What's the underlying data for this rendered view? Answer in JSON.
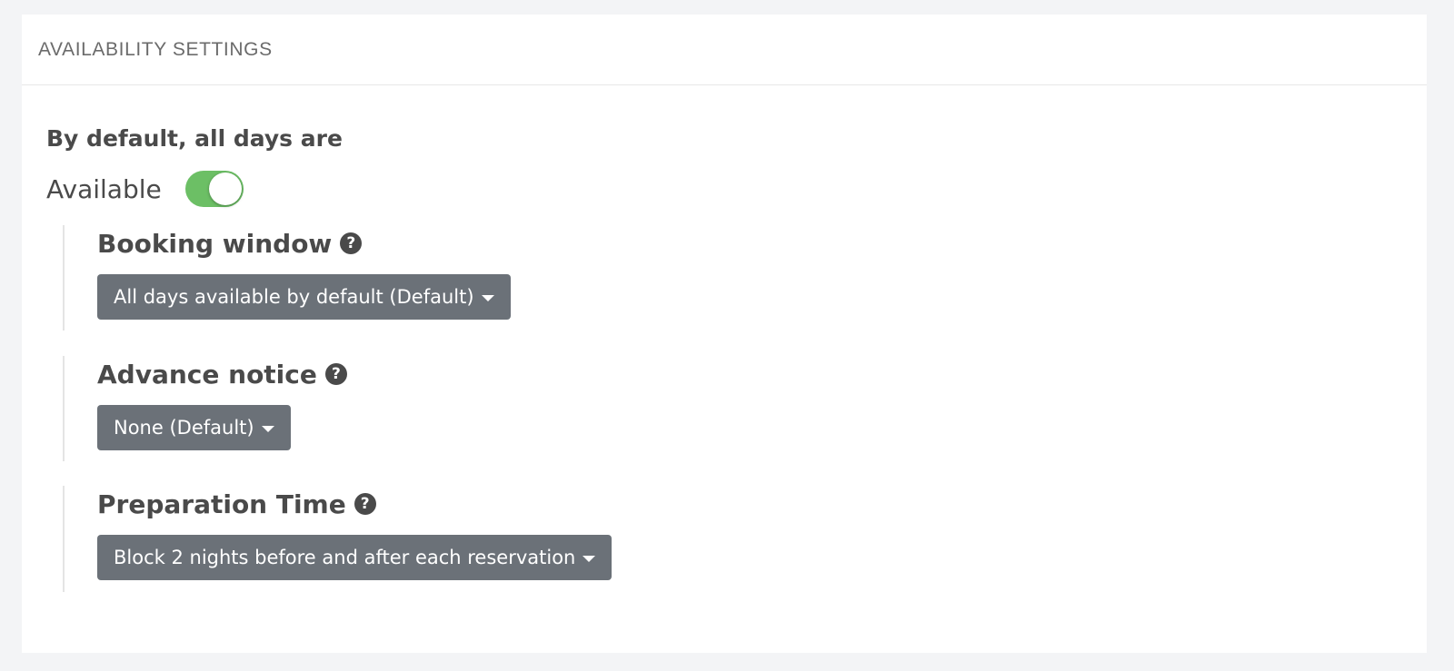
{
  "panel": {
    "title": "AVAILABILITY SETTINGS"
  },
  "defaults": {
    "heading": "By default, all days are",
    "available_label": "Available",
    "available_on": true,
    "toggle_color": "#6cbf65"
  },
  "sections": [
    {
      "title": "Booking window",
      "help_icon": "question-circle-icon",
      "selected": "All days available by default (Default)"
    },
    {
      "title": "Advance notice",
      "help_icon": "question-circle-icon",
      "selected": "None (Default)"
    },
    {
      "title": "Preparation Time",
      "help_icon": "question-circle-icon",
      "selected": "Block 2 nights before and after each reservation"
    }
  ],
  "colors": {
    "dropdown_bg": "#6b7178",
    "text": "#4a4a4a"
  }
}
